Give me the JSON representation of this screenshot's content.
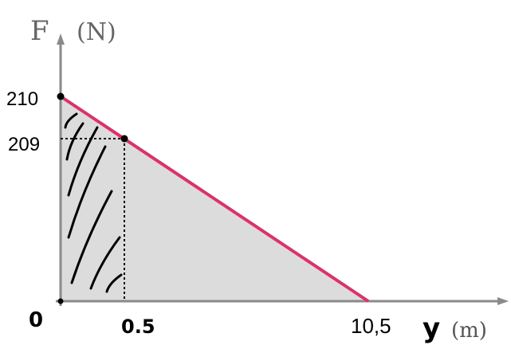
{
  "chart_data": {
    "type": "area",
    "xlabel": "y (m)",
    "x_axis_name": "y",
    "x_axis_unit": "(m)",
    "ylabel": "F (N)",
    "y_axis_name": "F",
    "y_axis_unit": "(N)",
    "series": [
      {
        "x": [
          0,
          10.5
        ],
        "y": [
          210,
          0
        ]
      }
    ],
    "x_ticks": [
      {
        "value": 0,
        "label": "0"
      },
      {
        "value": 0.5,
        "label": "0.5"
      },
      {
        "value": 10.5,
        "label": "10,5"
      }
    ],
    "y_ticks": [
      {
        "value": 210,
        "label": "210"
      },
      {
        "value": 209,
        "label": "209"
      }
    ],
    "highlight_point": {
      "x": 0.5,
      "y": 209
    },
    "hatched_interval": [
      0,
      0.5
    ],
    "grid": false,
    "colors": {
      "line": "#d8336e",
      "fill": "#dcdcdc",
      "axis": "#8a8a8a",
      "hatch": "#000000"
    }
  }
}
